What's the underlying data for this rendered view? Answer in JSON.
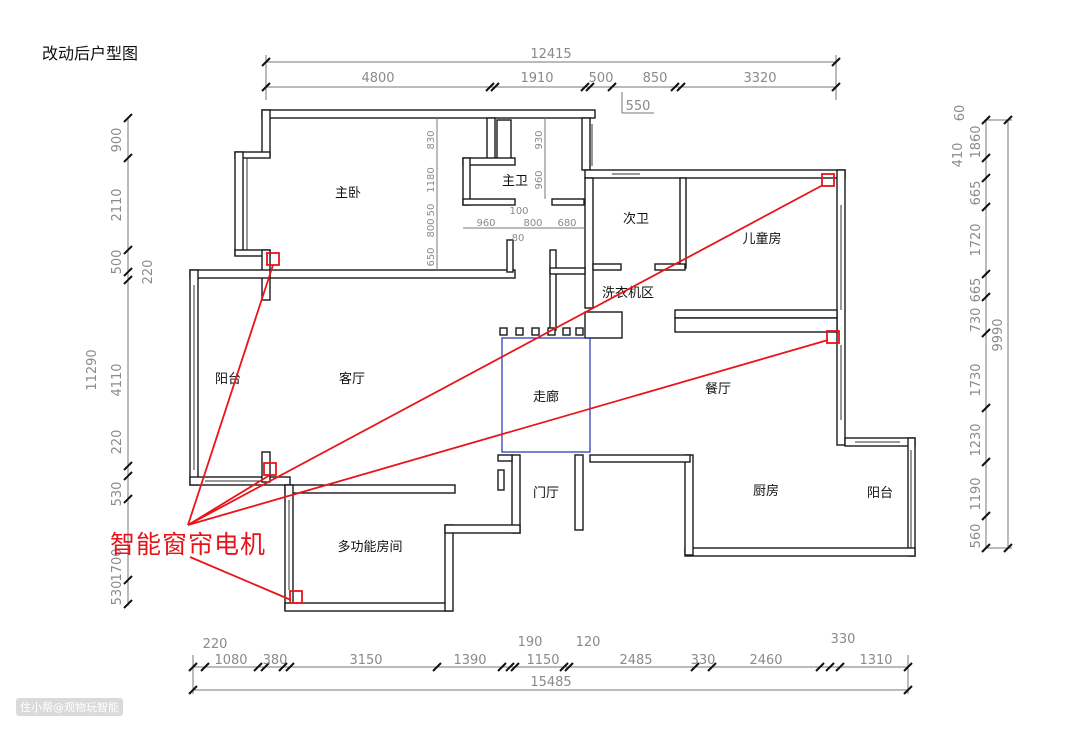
{
  "title": "改动后户型图",
  "annotation": "智能窗帘电机",
  "watermark": "住小帮@观物玩智能",
  "rooms": {
    "master_bedroom": "主卧",
    "master_bath": "主卫",
    "second_bath": "次卫",
    "kids_room": "儿童房",
    "laundry": "洗衣机区",
    "balcony_left": "阳台",
    "living_room": "客厅",
    "corridor": "走廊",
    "dining": "餐厅",
    "foyer": "门厅",
    "kitchen": "厨房",
    "balcony_right": "阳台",
    "multi_room": "多功能房间"
  },
  "dims": {
    "top_total": "12415",
    "top": [
      "4800",
      "1910",
      "500",
      "850",
      "3320"
    ],
    "top_extra": "550",
    "left_total": "11290",
    "left": [
      "900",
      "2110",
      "500",
      "220",
      "4110",
      "220",
      "530",
      "1700",
      "530"
    ],
    "right_total": "9990",
    "right": [
      "60",
      "410",
      "1860",
      "665",
      "1720",
      "665",
      "730",
      "1730",
      "1230",
      "1190",
      "560"
    ],
    "bottom_total": "15485",
    "bottom": [
      "220",
      "1080",
      "380",
      "3150",
      "1390",
      "190",
      "1150",
      "120",
      "2485",
      "330",
      "2460",
      "330",
      "1310"
    ],
    "inner": [
      "830",
      "1180",
      "50",
      "800",
      "650",
      "960",
      "100",
      "800",
      "680",
      "80",
      "930",
      "960"
    ]
  },
  "colors": {
    "annotation": "#e8141a",
    "corridor": "#2233aa"
  }
}
